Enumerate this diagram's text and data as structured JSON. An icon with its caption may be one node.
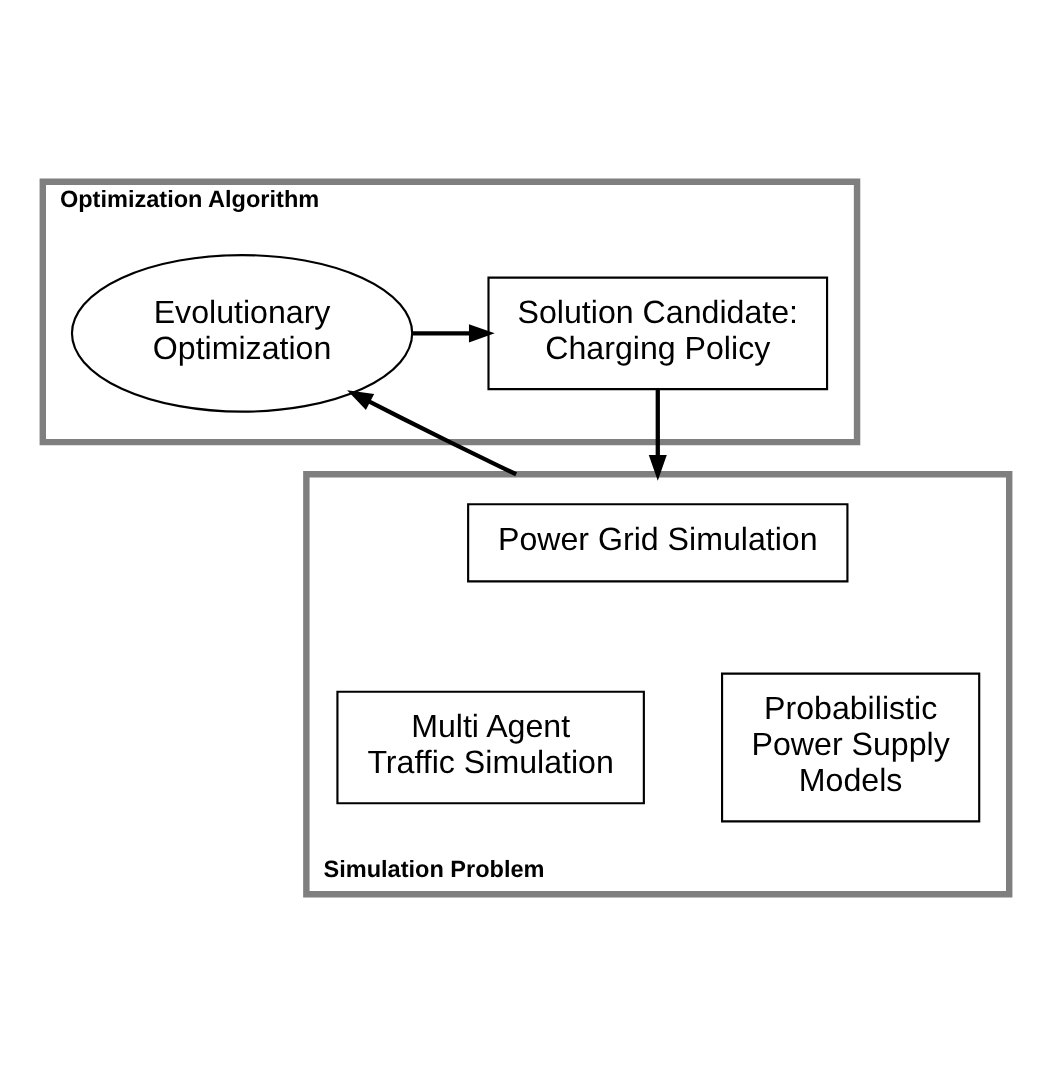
{
  "diagram": {
    "nodes": [
      {
        "text": [
          "Optimization Algorithm"
        ]
      },
      {
        "text": [
          "Evolutionary Optimization"
        ],
        "in": 0
      },
      {
        "text": [
          "Solution Candidate: Charging Policy"
        ],
        "in": 0
      },
      {
        "text": [
          "Simulation Problem"
        ]
      },
      {
        "text": [
          "Power Grid Simulation"
        ],
        "in": 3
      },
      {
        "text": [
          "Multi Agent Traffic Simulation"
        ],
        "in": 3
      },
      {
        "text": [
          "Probabilistic Power Supply Models"
        ],
        "in": 3
      }
    ],
    "edges": [
      {
        "from": 1,
        "to": 2,
        "arrow": "to"
      },
      {
        "from": 2,
        "to": 3,
        "arrow": "to"
      },
      {
        "from": 3,
        "to": 1,
        "arrow": "to"
      }
    ]
  }
}
